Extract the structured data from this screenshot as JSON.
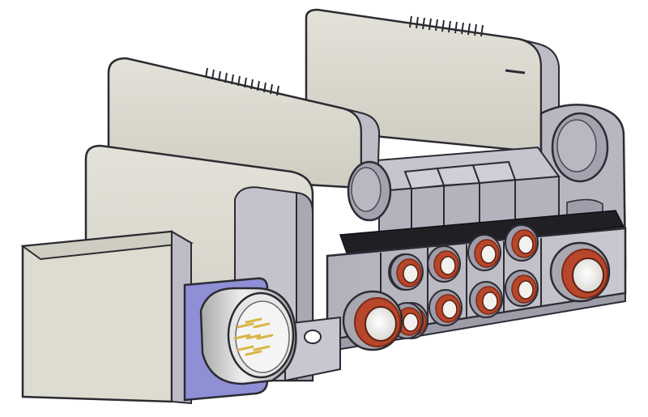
{
  "image": {
    "background": "#ffffff",
    "colors": {
      "body_light": "#dedcd0",
      "body_mid": "#c9c7bb",
      "face_grey": "#bdbcc4",
      "face_dark": "#9d9ca8",
      "edge_dark": "#2b2b33",
      "rail_black": "#1f1f24",
      "port_copper": "#b8462a",
      "port_copper_dark": "#7a2a17",
      "port_inner": "#f2f1ee",
      "flange_blue": "#8f8fd6",
      "connector_grey": "#d9d9d9",
      "pin_gold": "#d9b64a"
    },
    "parts": {
      "connector_port_count": 2,
      "fitting_port_count": 10,
      "valve_station_count": 5,
      "connector_pin_count": 8
    }
  }
}
